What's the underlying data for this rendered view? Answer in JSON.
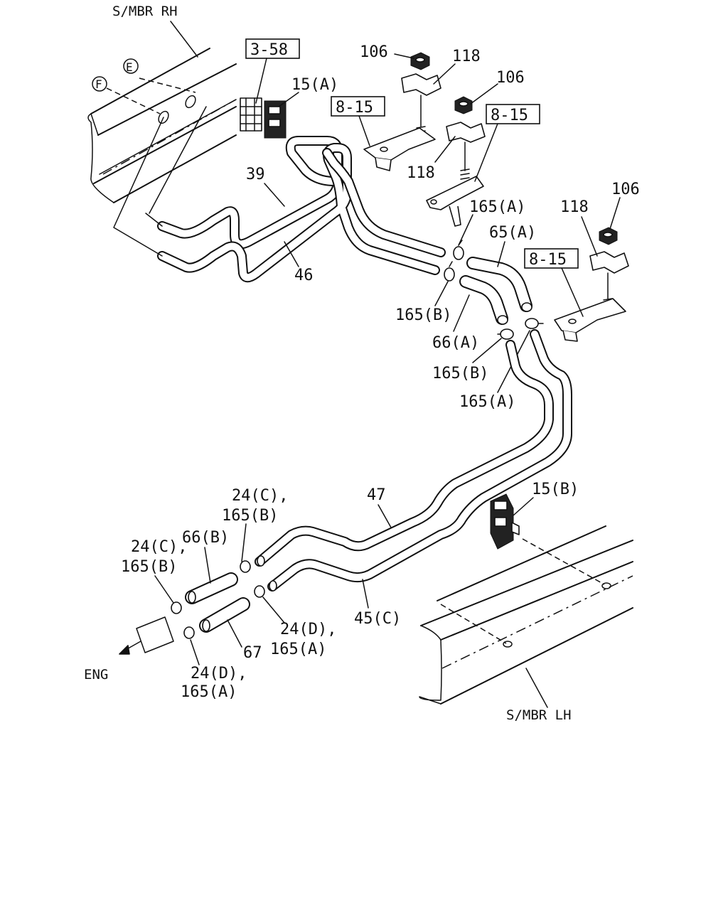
{
  "labels": {
    "smbr_rh": "S/MBR RH",
    "smbr_lh": "S/MBR LH",
    "eng": "ENG",
    "circle_e": "E",
    "circle_f": "F",
    "ref_3_58": "3-58",
    "ref_8_15_a": "8-15",
    "ref_8_15_b": "8-15",
    "ref_8_15_c": "8-15",
    "p15a": "15(A)",
    "p15b": "15(B)",
    "p39": "39",
    "p46": "46",
    "p47": "47",
    "p45c": "45(C)",
    "p65a": "65(A)",
    "p66a": "66(A)",
    "p66b": "66(B)",
    "p67": "67",
    "p106_1": "106",
    "p106_2": "106",
    "p106_3": "106",
    "p118_1": "118",
    "p118_2": "118",
    "p118_3": "118",
    "p165a_1": "165(A)",
    "p165b_1": "165(B)",
    "p165b_2": "165(B)",
    "p165a_2": "165(A)",
    "c24c_1_line1": "24(C),",
    "c24c_1_line2": "165(B)",
    "c24c_2_line1": "24(C),",
    "c24c_2_line2": "165(B)",
    "c24d_1_line1": "24(D),",
    "c24d_1_line2": "165(A)",
    "c24d_2_line1": "24(D),",
    "c24d_2_line2": "165(A)"
  }
}
